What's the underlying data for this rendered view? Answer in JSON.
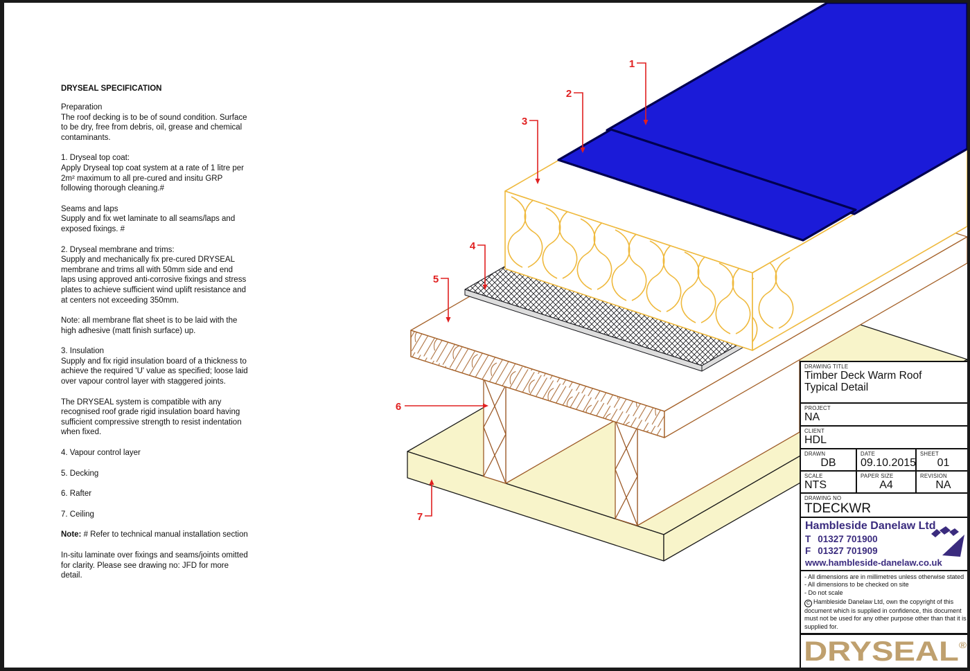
{
  "colors": {
    "membrane_blue": "#1b1bd8",
    "membrane_edge": "#000050",
    "insulation_gold": "#efb93d",
    "wood_brown": "#a5622a",
    "ceiling_cream": "#f8f4ca",
    "callout_red": "#e02020",
    "brand_purple": "#3a2b7e",
    "logo_tan": "#bfa06e"
  },
  "spec": {
    "heading": "DRYSEAL SPECIFICATION",
    "paragraphs": [
      "Preparation\nThe roof decking is to be of sound condition. Surface\nto be dry, free from debris, oil, grease and chemical\ncontaminants.",
      "1. Dryseal top coat:\nApply Dryseal top coat system at a rate of 1 litre per\n2m² maximum to all pre-cured and insitu GRP\nfollowing  thorough cleaning.#",
      "Seams and laps\nSupply and fix wet laminate to all seams/laps and\nexposed fixings. #",
      "2. Dryseal membrane and trims:\nSupply and mechanically fix pre-cured DRYSEAL\nmembrane and trims all with 50mm side and end\nlaps using approved anti-corrosive fixings and stress\nplates to achieve sufficient wind uplift resistance and\nat centers not exceeding 350mm.",
      "Note: all membrane flat sheet is to be laid with the\nhigh adhesive (matt finish surface) up.",
      "3. Insulation\nSupply and fix rigid insulation board of a thickness to\nachieve the required 'U' value as specified; loose laid\nover vapour control layer with staggered joints.",
      "The DRYSEAL system is compatible with any\nrecognised roof grade rigid insulation board having\nsufficient compressive strength to resist indentation\nwhen fixed.",
      "4. Vapour control layer",
      "5. Decking",
      "6. Rafter",
      "7. Ceiling"
    ],
    "note_label": "Note:",
    "note_text": " # Refer to technical manual installation section",
    "footer": "In-situ laminate over fixings and seams/joints omitted\nfor clarity. Please see drawing no: JFD for more\ndetail."
  },
  "callouts": [
    "1",
    "2",
    "3",
    "4",
    "5",
    "6",
    "7"
  ],
  "title_block": {
    "drawing_title_label": "DRAWING TITLE",
    "drawing_title": "Timber Deck Warm Roof\nTypical Detail",
    "project_label": "PROJECT",
    "project": "NA",
    "client_label": "CLIENT",
    "client": "HDL",
    "drawn_label": "DRAWN",
    "drawn": "DB",
    "date_label": "DATE",
    "date": "09.10.2015",
    "sheet_label": "SHEET",
    "sheet": "01",
    "scale_label": "SCALE",
    "scale": "NTS",
    "paper_label": "PAPER SIZE",
    "paper": "A4",
    "revision_label": "REVISION",
    "revision": "NA",
    "drawing_no_label": "DRAWING NO",
    "drawing_no": "TDECKWR"
  },
  "company": {
    "name": "Hambleside Danelaw Ltd",
    "tel_label": "T",
    "tel": "01327 701900",
    "fax_label": "F",
    "fax": "01327 701909",
    "website": "www.hambleside-danelaw.co.uk"
  },
  "notes": {
    "line1": "- All dimensions are in millimetres unless otherwise stated",
    "line2": "- All dimensions to be checked on site",
    "line3": "- Do not scale",
    "copyright_symbol": "C",
    "copyright": "Hambleside Danelaw Ltd, own the copyright of this document which is supplied in confidence, this document must not be used for any other purpose other than that it is supplied for."
  },
  "logo": {
    "text": "DRYSEAL",
    "reg": "®"
  }
}
